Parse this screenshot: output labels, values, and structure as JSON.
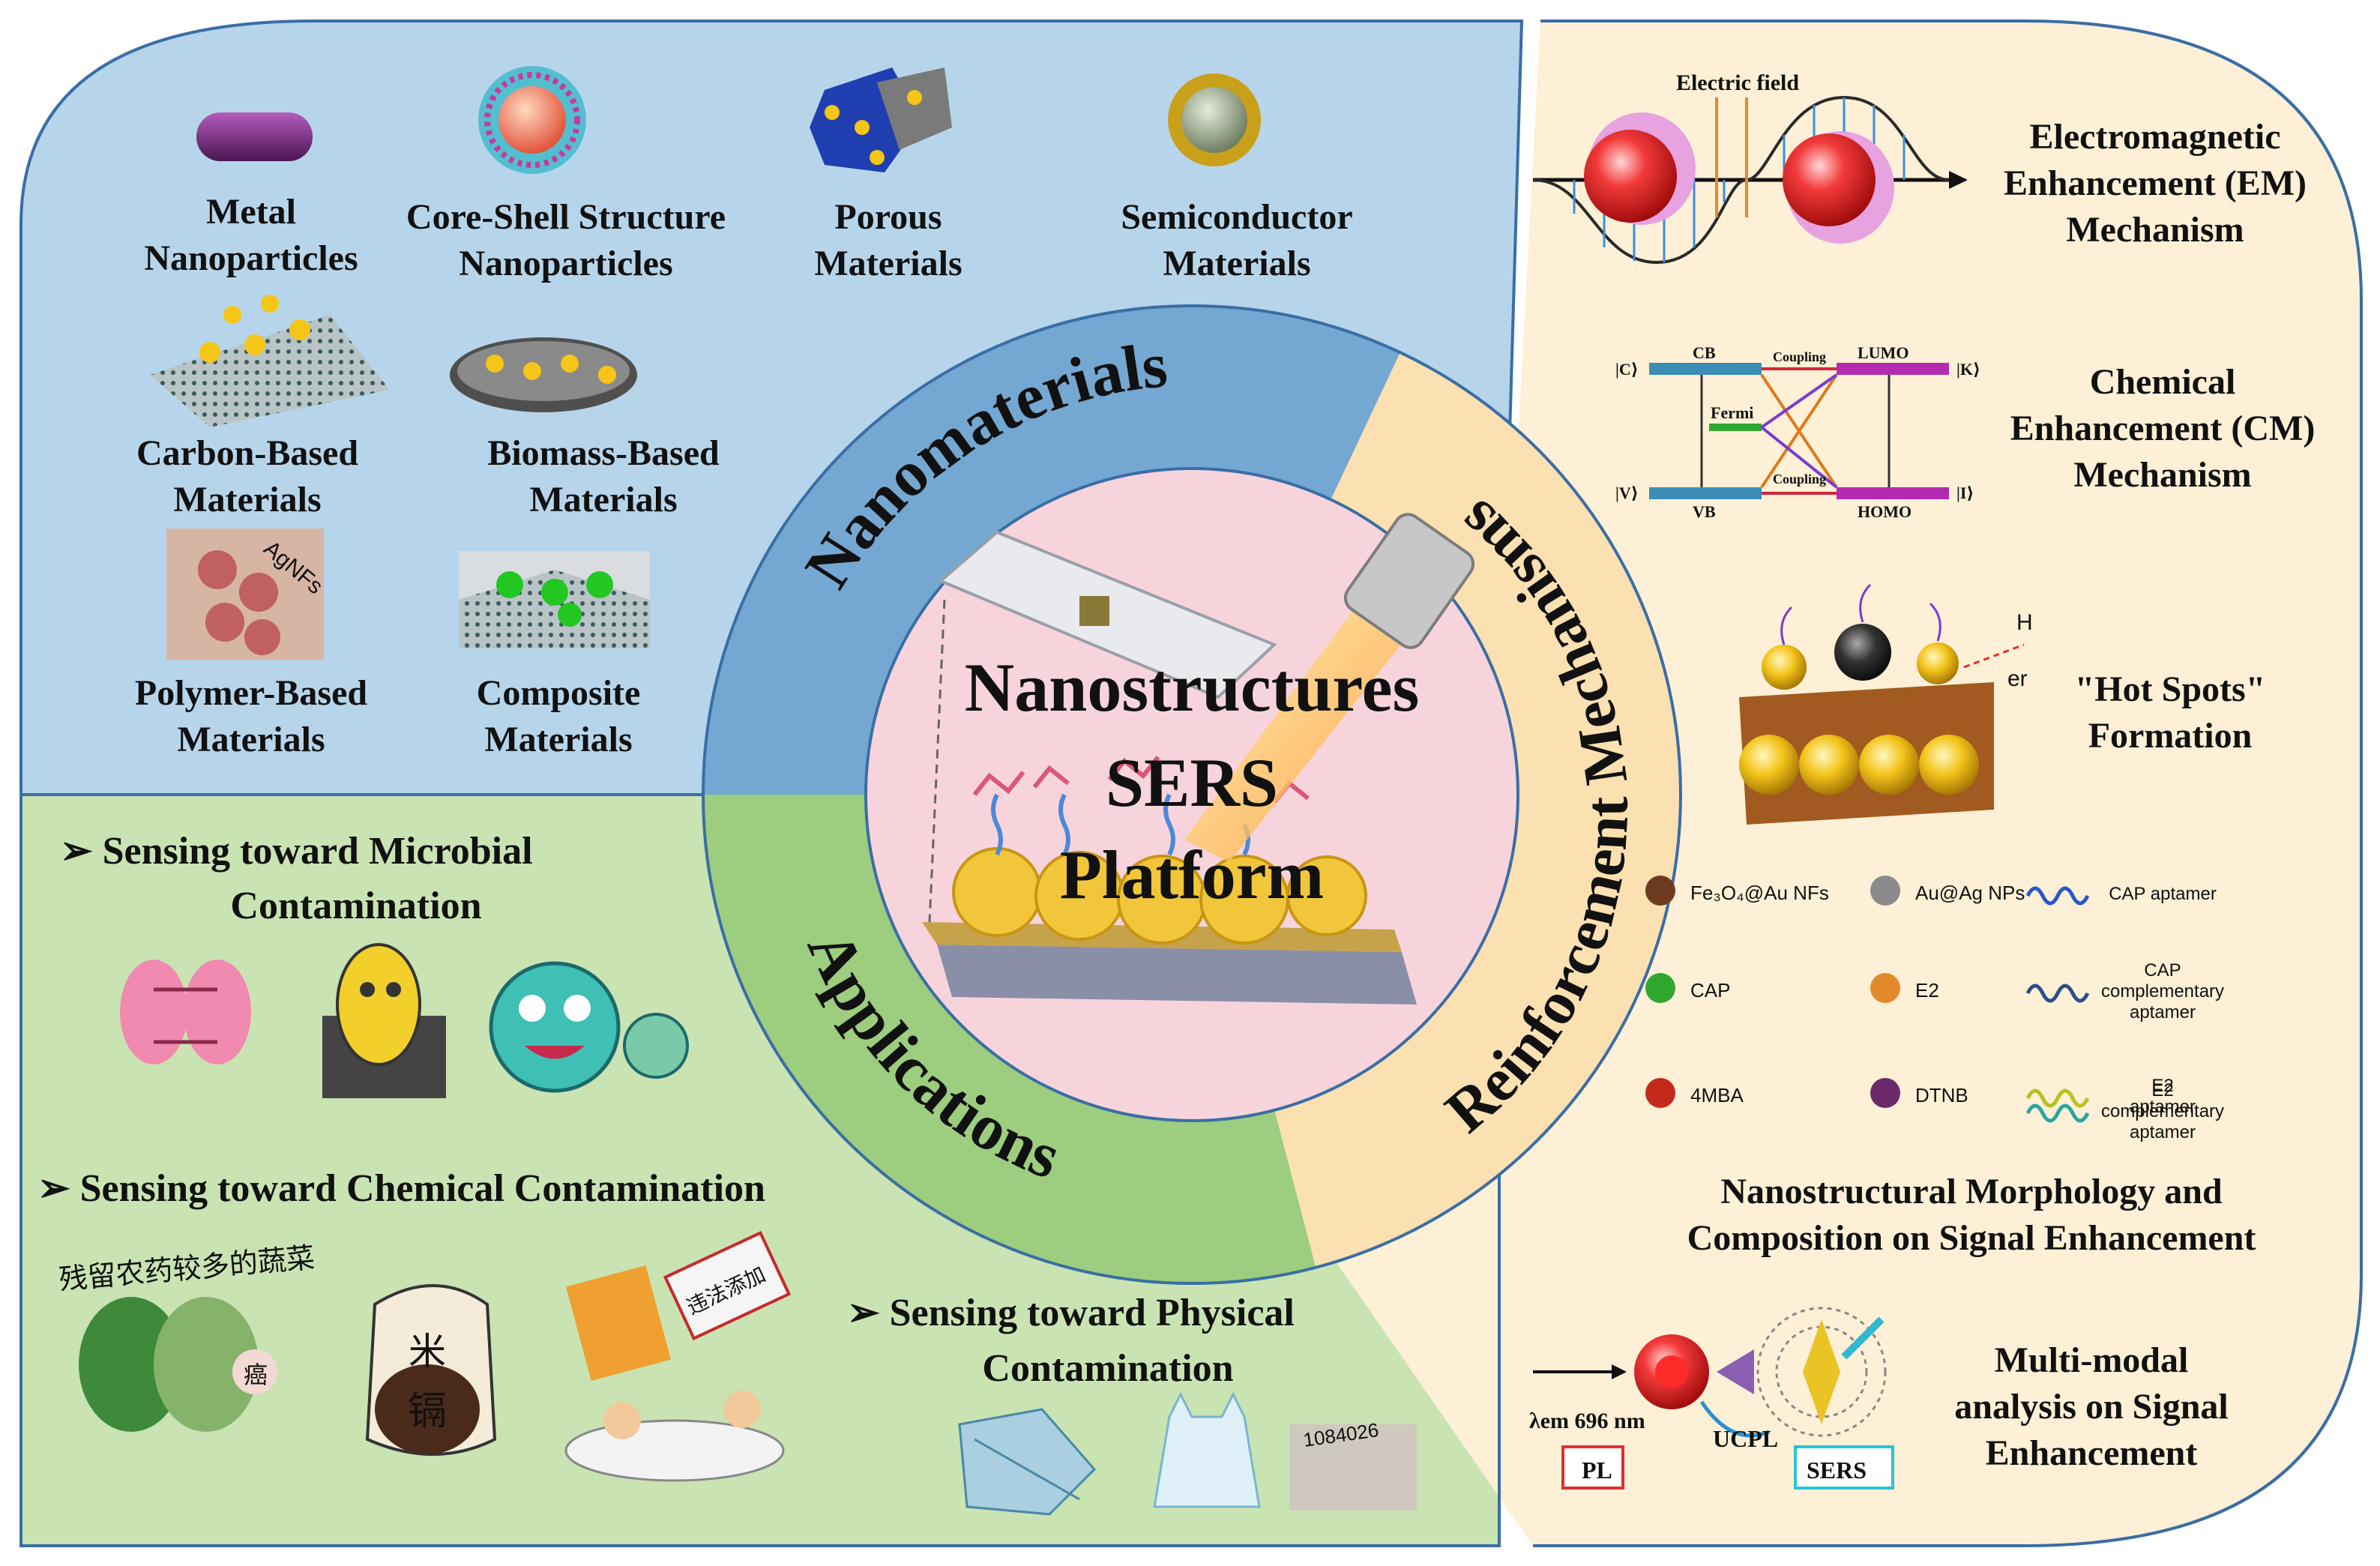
{
  "center": {
    "line1": "Nanostructures",
    "line2": "SERS",
    "line3": "Platform"
  },
  "ring": {
    "nanomaterials": "Nanomaterials",
    "mechanisms": "Reinforcement Mechanisms",
    "applications": "Applications"
  },
  "nanomaterials": {
    "metal": [
      "Metal",
      "Nanoparticles"
    ],
    "core_shell": [
      "Core-Shell Structure",
      "Nanoparticles"
    ],
    "porous": [
      "Porous",
      "Materials"
    ],
    "semiconductor": [
      "Semiconductor",
      "Materials"
    ],
    "carbon": [
      "Carbon-Based",
      "Materials"
    ],
    "biomass": [
      "Biomass-Based",
      "Materials"
    ],
    "polymer": [
      "Polymer-Based",
      "Materials"
    ],
    "composite": [
      "Composite",
      "Materials"
    ],
    "agnfs_label": "AgNFs"
  },
  "mechanisms": {
    "em": [
      "Electromagnetic",
      "Enhancement (EM)",
      "Mechanism"
    ],
    "electric_field": "Electric field",
    "cm": [
      "Chemical",
      "Enhancement (CM)",
      "Mechanism"
    ],
    "cm_diagram": {
      "c": "|C⟩",
      "cb": "CB",
      "coupling": "Coupling",
      "lumo": "LUMO",
      "k": "|K⟩",
      "fermi": "Fermi",
      "v": "|V⟩",
      "vb": "VB",
      "homo": "HOMO",
      "i": "|I⟩"
    },
    "hotspots": [
      "\"Hot Spots\"",
      "Formation"
    ],
    "hotspot_side": [
      "H",
      "er"
    ],
    "legend": [
      {
        "label": "Fe₃O₄@Au NFs",
        "color": "#6b3a1f"
      },
      {
        "label": "Au@Ag NPs",
        "color": "#8a8a8a"
      },
      {
        "label": "CAP aptamer",
        "color": "#2a57c9"
      },
      {
        "label": "CAP",
        "color": "#2fa82f"
      },
      {
        "label": "E2",
        "color": "#e28a2b"
      },
      {
        "label": "CAP complementary aptamer",
        "color": "#2b4f8a"
      },
      {
        "label": "4MBA",
        "color": "#c42a1c"
      },
      {
        "label": "DTNB",
        "color": "#6a2a6a"
      },
      {
        "label": "E2 aptamer",
        "color": "#b9c21e"
      },
      {
        "label": "E2 complementary aptamer",
        "color": "#2aa6a1"
      }
    ],
    "morphology": [
      "Nanostructural Morphology and",
      "Composition on Signal Enhancement"
    ],
    "multimodal": [
      "Multi-modal",
      "analysis on Signal",
      "Enhancement"
    ],
    "wavelength": "λem 696 nm",
    "pl": "PL",
    "ucpl": "UCPL",
    "sers": "SERS"
  },
  "applications": {
    "microbial": [
      "➢ Sensing toward Microbial",
      "Contamination"
    ],
    "chemical": "➢ Sensing toward Chemical Contamination",
    "physical": [
      "➢ Sensing toward Physical",
      "Contamination"
    ],
    "rice_char": "米",
    "cadmium_char": "镉",
    "cartoon_text": "残留农药较多的蔬菜",
    "sick_char": "癌",
    "additive_text": "违法添加",
    "tag_text": "1084026"
  },
  "colors": {
    "nano_bg": "#b7d5ea",
    "nano_ring": "#74a8d2",
    "app_bg": "#c9e3b3",
    "app_ring": "#9dcd7e",
    "mech_bg": "#fdf0d6",
    "mech_ring": "#fbe0b1",
    "center": "#f7d4dc",
    "border": "#3a6ea5"
  }
}
